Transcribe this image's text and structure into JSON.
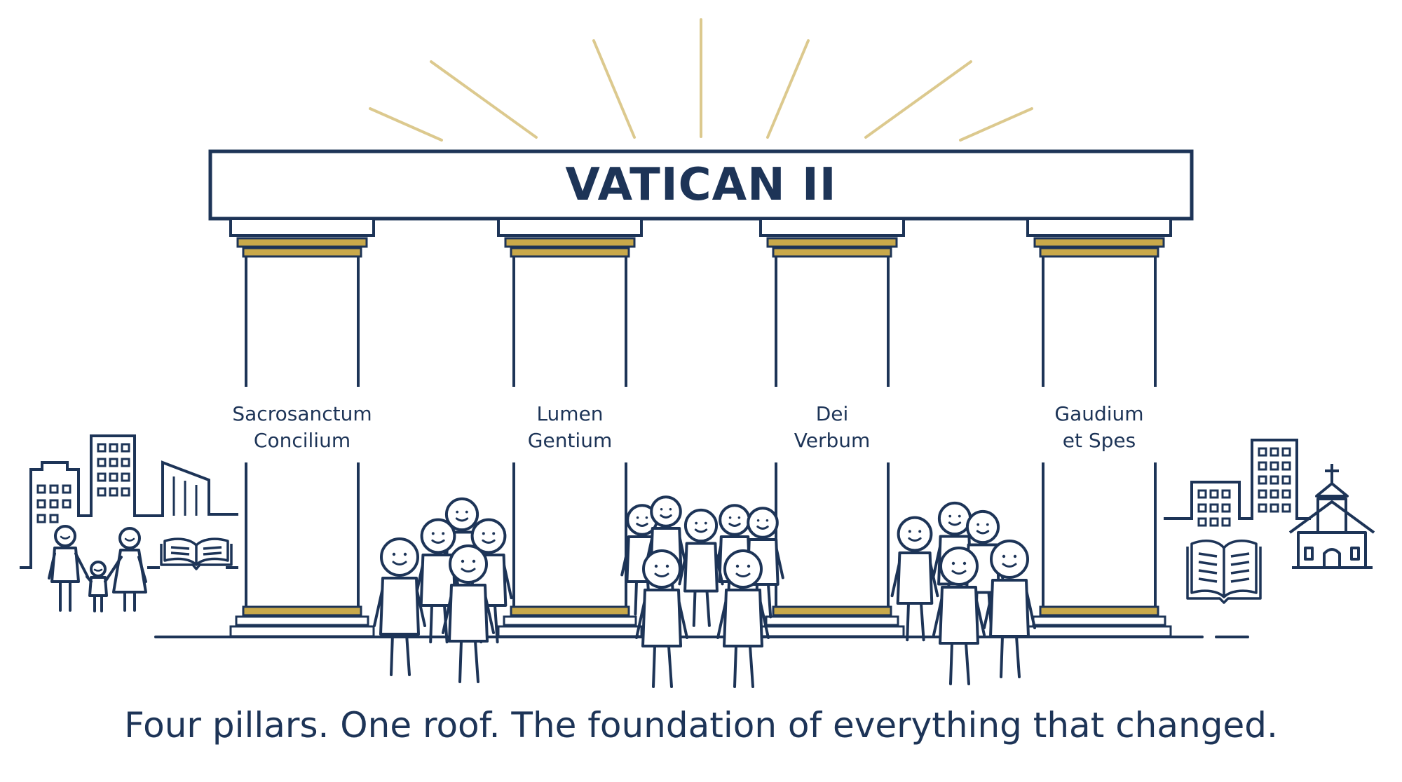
{
  "roof": {
    "title": "VATICAN II"
  },
  "pillars": [
    {
      "line1": "Sacrosanctum",
      "line2": "Concilium"
    },
    {
      "line1": "Lumen",
      "line2": "Gentium"
    },
    {
      "line1": "Dei",
      "line2": "Verbum"
    },
    {
      "line1": "Gaudium",
      "line2": "et Spes"
    }
  ],
  "caption": "Four pillars. One roof. The foundation of everything that changed.",
  "colors": {
    "navy": "#1d3457",
    "gold": "#c9a94a",
    "background": "#ffffff"
  },
  "icons": [
    "sun-rays-icon",
    "city-buildings-icon",
    "open-book-icon",
    "church-icon",
    "family-icon",
    "crowd-icon"
  ]
}
